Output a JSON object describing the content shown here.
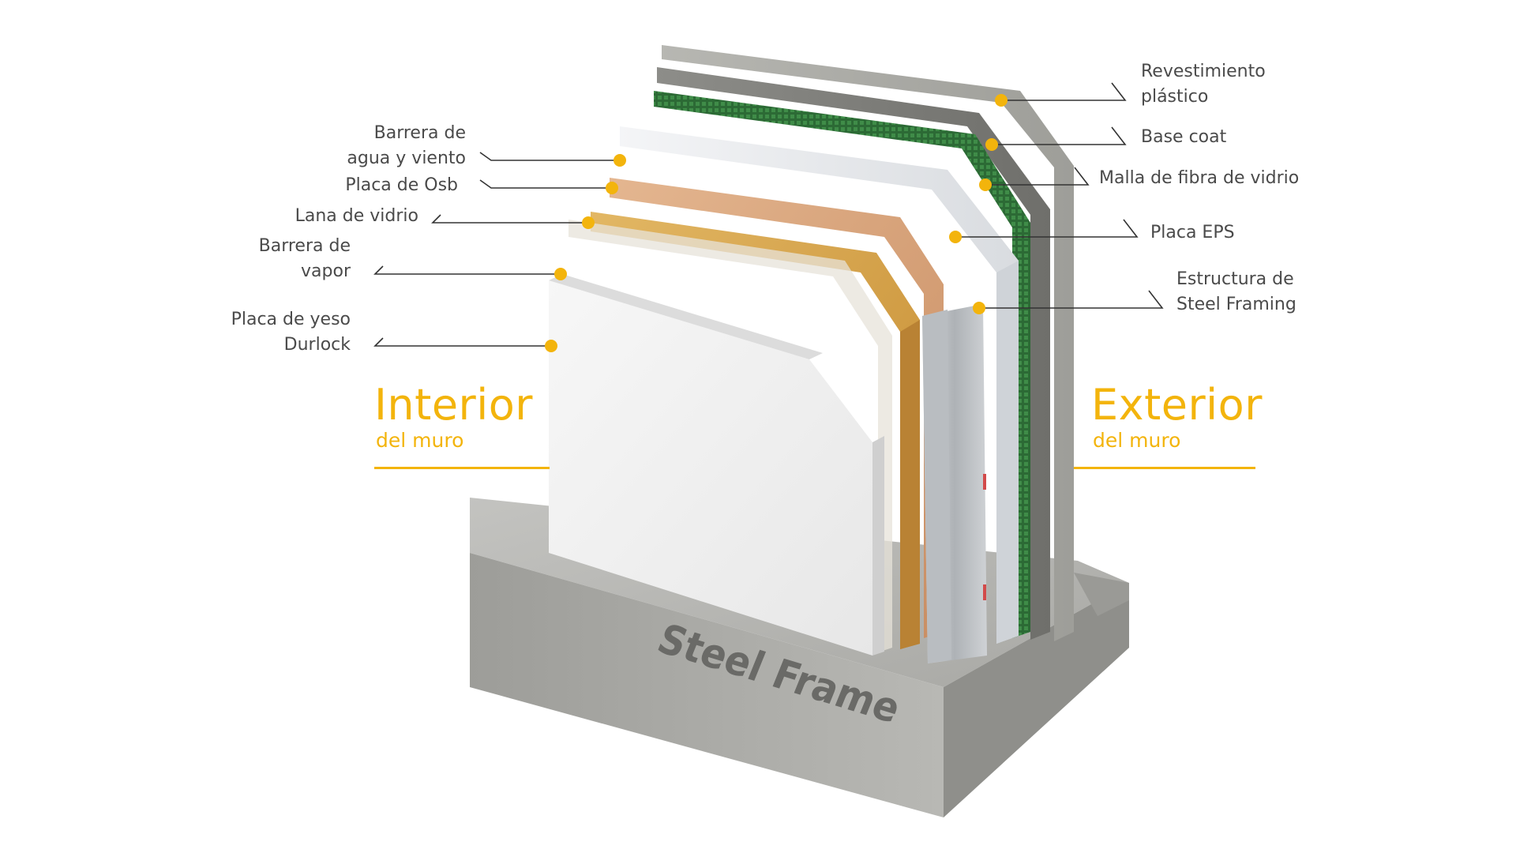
{
  "labels": {
    "left": [
      {
        "id": "barrera-agua-viento",
        "lines": [
          "Barrera de",
          "agua y viento"
        ]
      },
      {
        "id": "placa-osb",
        "lines": [
          "Placa de Osb"
        ]
      },
      {
        "id": "lana-vidrio",
        "lines": [
          "Lana de vidrio"
        ]
      },
      {
        "id": "barrera-vapor",
        "lines": [
          "Barrera de",
          "vapor"
        ]
      },
      {
        "id": "placa-yeso",
        "lines": [
          "Placa de yeso",
          "Durlock"
        ]
      }
    ],
    "right": [
      {
        "id": "revestimiento-plastico",
        "lines": [
          "Revestimiento",
          "plástico"
        ]
      },
      {
        "id": "base-coat",
        "lines": [
          "Base coat"
        ]
      },
      {
        "id": "malla-fibra-vidrio",
        "lines": [
          "Malla de fibra de vidrio"
        ]
      },
      {
        "id": "placa-eps",
        "lines": [
          "Placa EPS"
        ]
      },
      {
        "id": "estructura-steel-framing",
        "lines": [
          "Estructura de",
          "Steel Framing"
        ]
      }
    ]
  },
  "sides": {
    "interior": {
      "title": "Interior",
      "subtitle": "del muro"
    },
    "exterior": {
      "title": "Exterior",
      "subtitle": "del muro"
    }
  },
  "base_engraving": "Steel Frame",
  "colors": {
    "accent": "#f3b40c",
    "label_text": "#4a4a4a",
    "leader_line": "#333333",
    "concrete": "#a9a9a6",
    "mesh_green": "#2f7a3a",
    "osb": "#d9a77c",
    "glass_wool": "#d7a64e",
    "drywall": "#f2f2f2",
    "eps": "#e9ecef",
    "steel": "#bfc3c7"
  }
}
